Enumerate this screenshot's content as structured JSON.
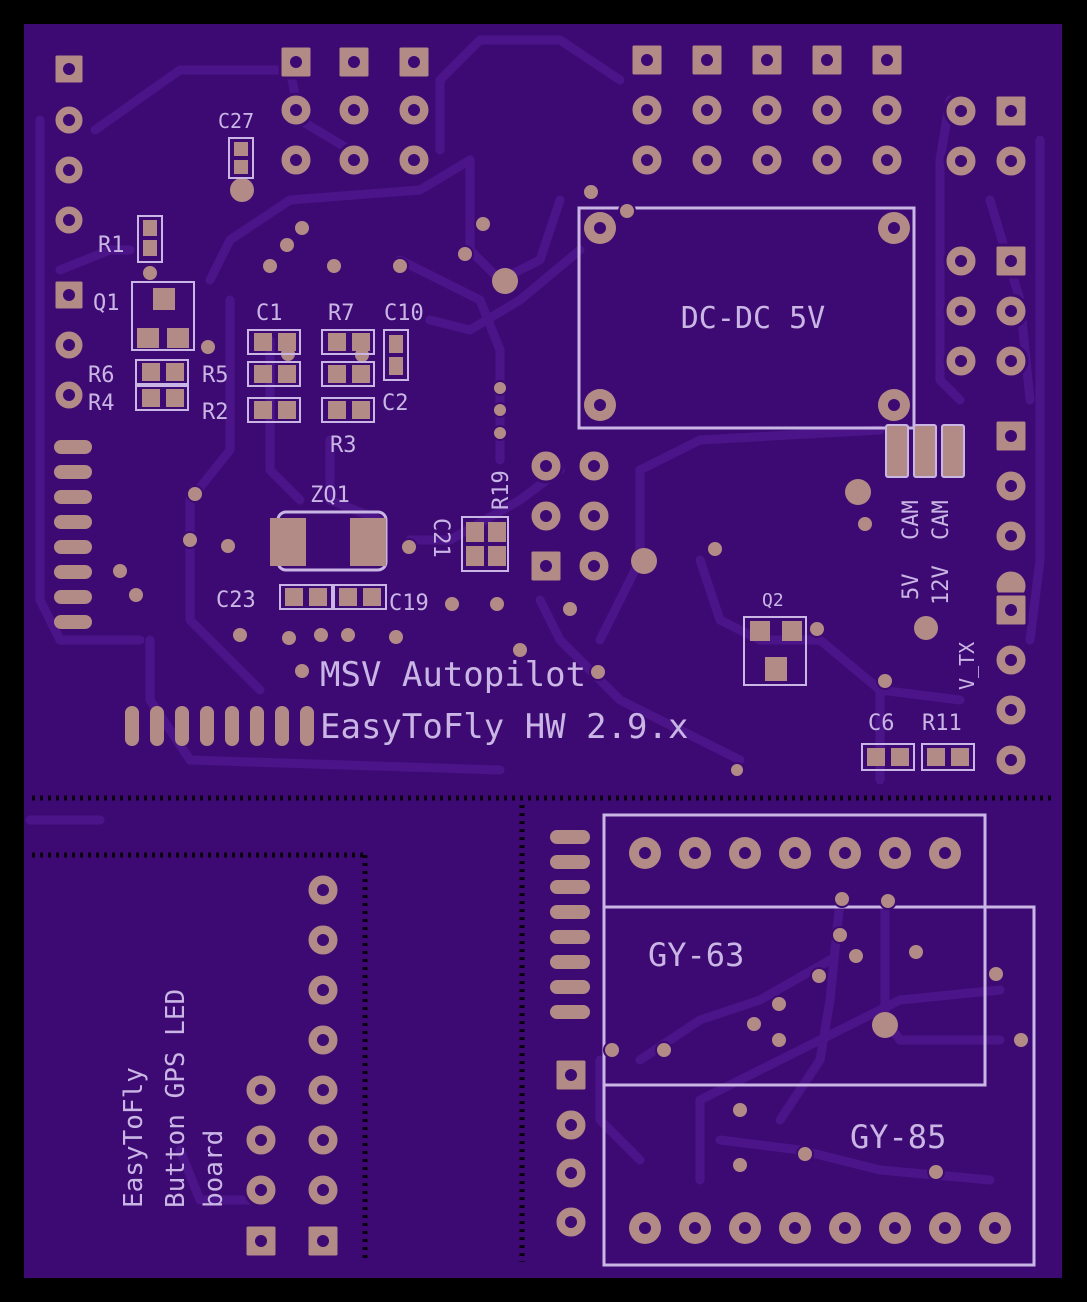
{
  "colors": {
    "background": "#000000",
    "board": "#3d0a73",
    "trace": "#4b1488",
    "pad": "#b38b86",
    "silkscreen": "#c9b6e4"
  },
  "title": {
    "line1": "MSV Autopilot",
    "line2": "EasyToFly HW 2.9.x"
  },
  "modules": {
    "dcdc": "DC-DC 5V",
    "gy63": "GY-63",
    "gy85": "GY-85",
    "q2": "Q2",
    "zq1": "ZQ1"
  },
  "sub_board": {
    "line1": "EasyToFly",
    "line2": "Button GPS LED",
    "line3": "board"
  },
  "refs": {
    "c27": "C27",
    "r1": "R1",
    "q1": "Q1",
    "r6": "R6",
    "r4": "R4",
    "c1": "C1",
    "r5": "R5",
    "r2": "R2",
    "r7": "R7",
    "c10": "C10",
    "c2": "C2",
    "r3": "R3",
    "r19": "R19",
    "c21": "C21",
    "c23": "C23",
    "c19": "C19",
    "c6": "C6",
    "r11": "R11",
    "cam1": "CAM",
    "cam2": "CAM",
    "v5": "5V",
    "v12": "12V",
    "vtx": "V_TX"
  }
}
